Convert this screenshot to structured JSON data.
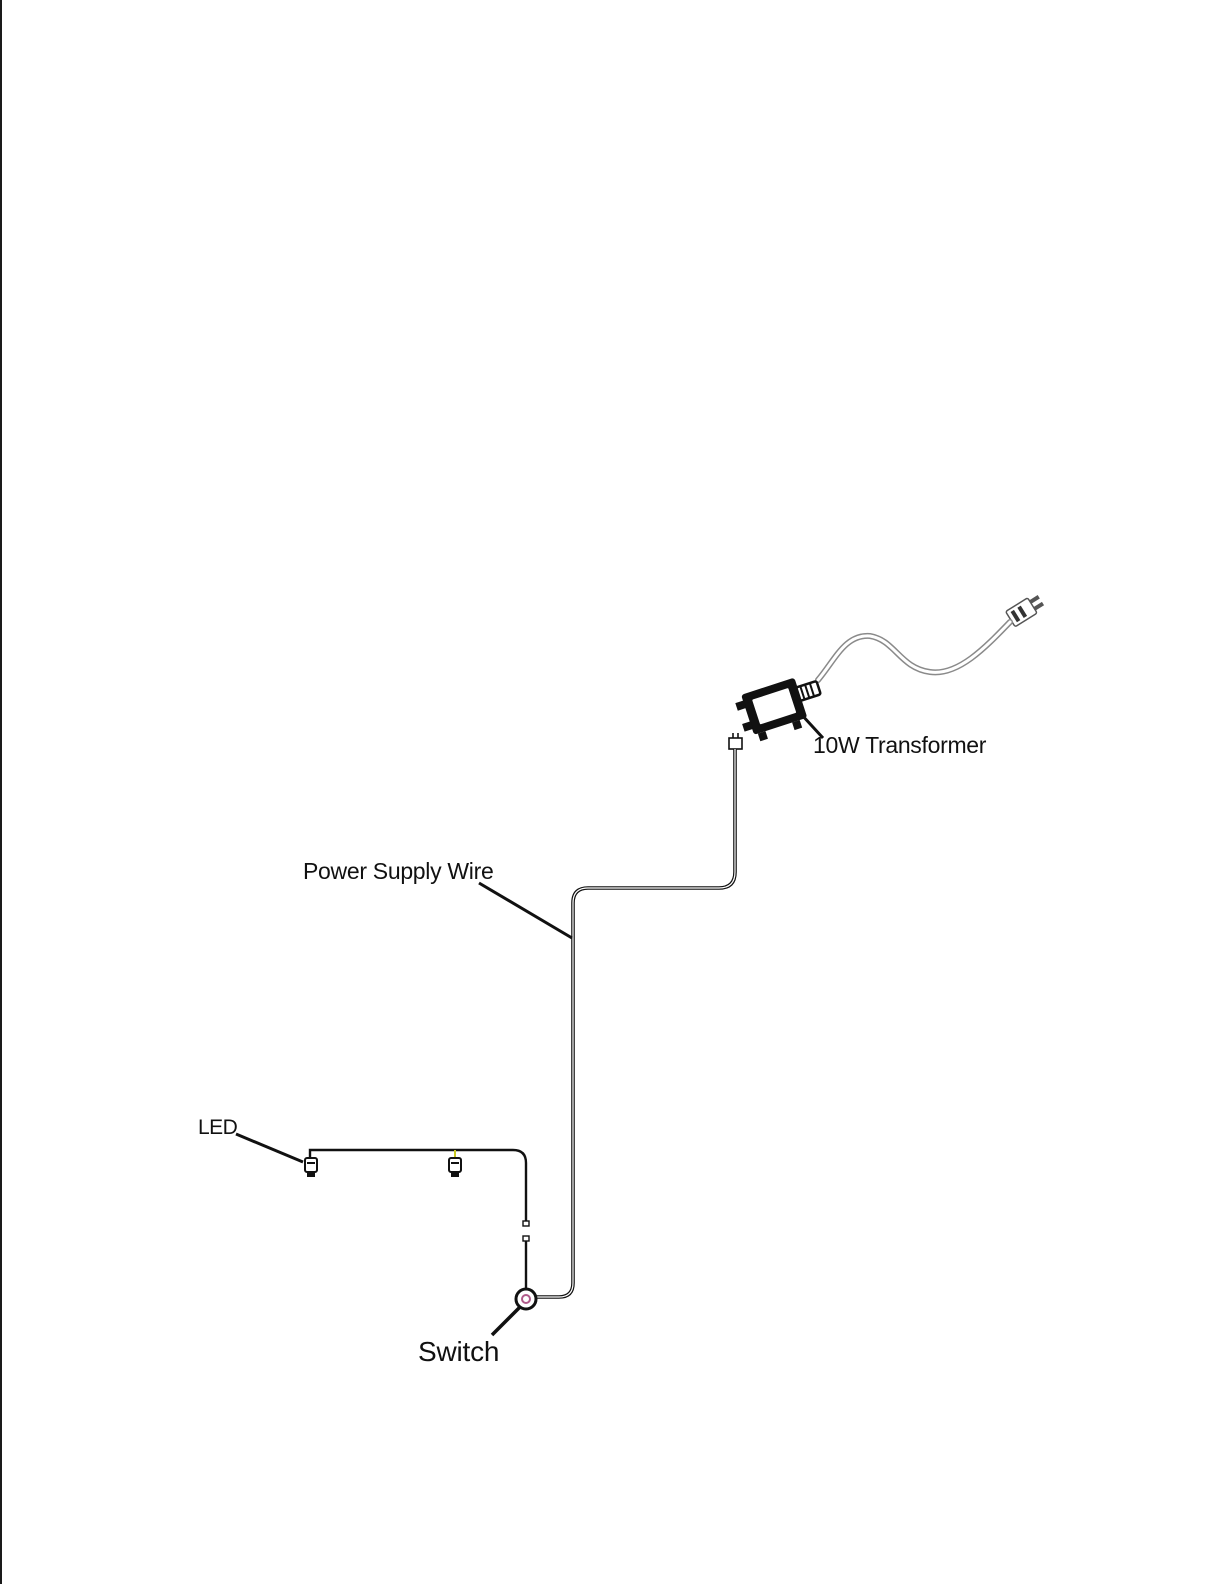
{
  "diagram": {
    "labels": {
      "transformer": "10W Transformer",
      "power_supply_wire": "Power Supply Wire",
      "led": "LED",
      "switch": "Switch"
    },
    "colors": {
      "line": "#111111",
      "cable_outline": "#8a8a8a",
      "led_accent": "#c8c820",
      "switch_accent": "#b05a8a"
    }
  }
}
